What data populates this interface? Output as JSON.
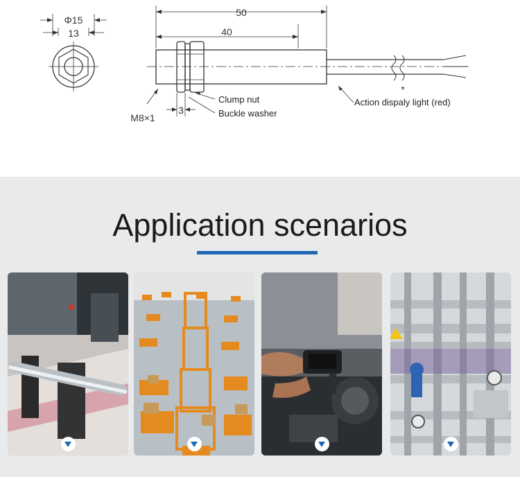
{
  "drawing": {
    "dim_diameter": "Φ15",
    "dim_width": "13",
    "dim_total": "50",
    "dim_thread": "40",
    "dim_nut": "3",
    "thread_spec": "M8×1",
    "label_nut": "Clump nut",
    "label_washer": "Buckle washer",
    "label_light": "Action dispaly light (red)",
    "asterisk": "*"
  },
  "applications": {
    "title": "Application scenarios",
    "accent_color": "#1f66b3",
    "cards": [
      {
        "scene": "printing-press-rollers"
      },
      {
        "scene": "warehouse-agv-robots"
      },
      {
        "scene": "automotive-diagnostic-scanner"
      },
      {
        "scene": "industrial-pipeline-valves"
      }
    ]
  }
}
